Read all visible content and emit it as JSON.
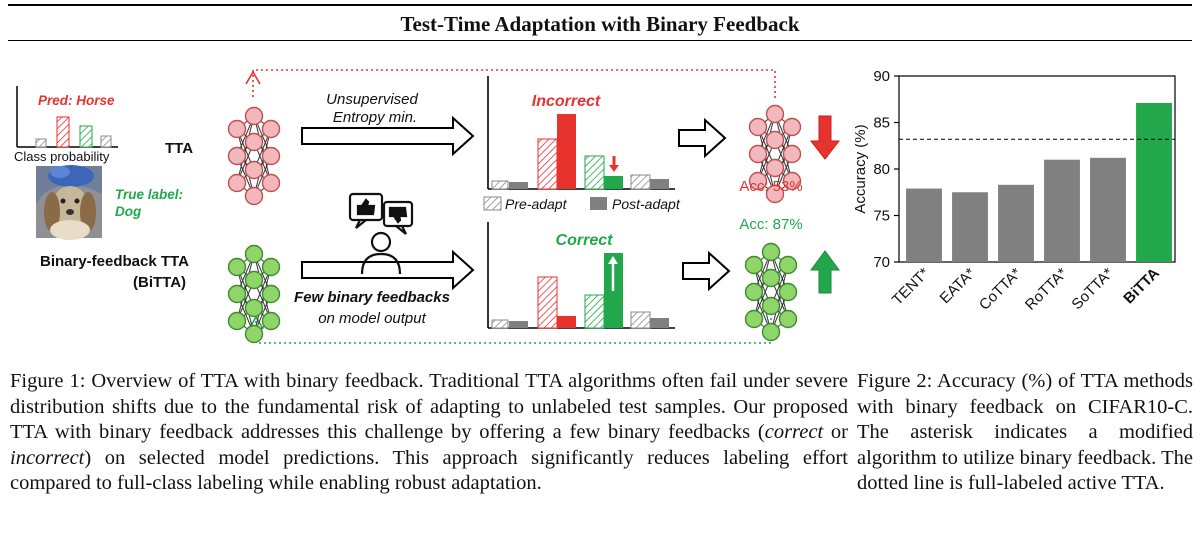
{
  "title": "Test-Time Adaptation with Binary Feedback",
  "figure1": {
    "pred_label": "Pred: Horse",
    "class_prob_label": "Class probability",
    "true_label_line1": "True label:",
    "true_label_line2": "Dog",
    "tta_label": "TTA",
    "bitta_label_line1": "Binary-feedback TTA",
    "bitta_label_line2": "(BiTTA)",
    "unsup_line1": "Unsupervised",
    "unsup_line2": "Entropy min.",
    "incorrect_label": "Incorrect",
    "correct_label": "Correct",
    "legend_pre": "Pre-adapt",
    "legend_post": "Post-adapt",
    "acc_tta": "Acc: 53%",
    "acc_bitta": "Acc: 87%",
    "few_feedback": "Few binary feedbacks",
    "on_output": "on model output"
  },
  "captions": {
    "fig1_prefix": "Figure 1: Overview of TTA with binary feedback. Traditional TTA algorithms often fail under severe distribution shifts due to the fundamental risk of adapting to unlabeled test samples. Our proposed TTA with binary feedback addresses this challenge by offering a few binary feedbacks (",
    "fig1_correct": "correct",
    "fig1_or": " or ",
    "fig1_incorrect": "incorrect",
    "fig1_suffix": ") on selected model predictions. This approach significantly reduces labeling effort compared to full-class labeling while enabling robust adaptation.",
    "fig2": "Figure 2: Accuracy (%) of TTA methods with binary feedback on CIFAR10-C. The asterisk indicates a modified algorithm to utilize binary feedback. The dotted line is full-labeled active TTA."
  },
  "colors": {
    "red": "#e8322e",
    "green": "#22a74a",
    "pink": "#f2b8bd",
    "lightgreen": "#8fd56a",
    "gray": "#8a8a8a",
    "grayfill": "#808080"
  },
  "chart_data": {
    "type": "bar",
    "categories": [
      "TENT*",
      "EATA*",
      "CoTTA*",
      "RoTTA*",
      "SoTTA*",
      "BiTTA"
    ],
    "values": [
      77.9,
      77.5,
      78.3,
      81.0,
      81.2,
      87.1
    ],
    "ylabel": "Accuracy (%)",
    "ylim": [
      70,
      90
    ],
    "yticks": [
      70,
      75,
      80,
      85,
      90
    ],
    "reference_line": 83.2,
    "highlight": "BiTTA",
    "grid": false
  }
}
